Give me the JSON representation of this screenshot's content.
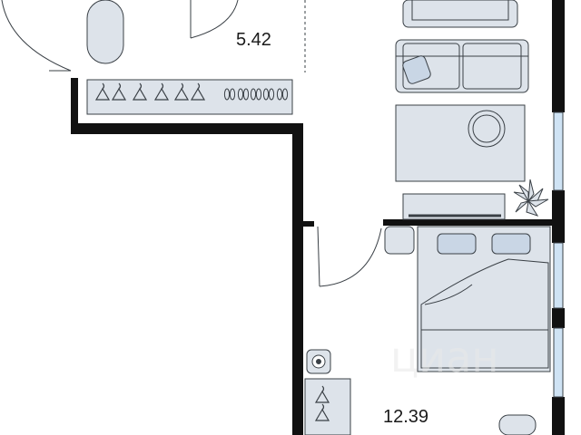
{
  "rooms": [
    {
      "id": "corridor",
      "area_label": "5.42"
    },
    {
      "id": "bedroom",
      "area_label": "12.39"
    }
  ],
  "watermark": {
    "text": "циан"
  },
  "colors": {
    "wall": "#111111",
    "furniture_fill": "#dde3ea",
    "furniture_stroke": "#3a4046",
    "window_glass": "#cfe3f4",
    "bedding": "#c9d6e5"
  },
  "icons": [
    "coat-hanger-icon",
    "shoes-icon",
    "plant-icon",
    "robot-vacuum-icon"
  ]
}
